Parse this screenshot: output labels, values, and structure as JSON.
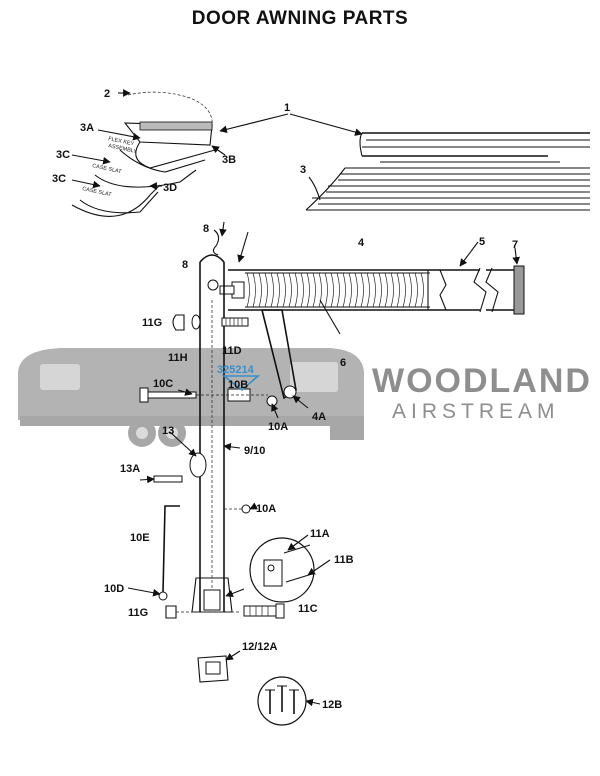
{
  "title": "DOOR AWNING PARTS",
  "callouts": {
    "c1": "1",
    "c2": "2",
    "c3": "3",
    "c3a": "3A",
    "c3b": "3B",
    "c3c1": "3C",
    "c3c2": "3C",
    "c3d": "3D",
    "c4": "4",
    "c4a": "4A",
    "c5": "5",
    "c6": "6",
    "c7": "7",
    "c8a": "8",
    "c8b": "8",
    "c9_10": "9/10",
    "c10a1": "10A",
    "c10a2": "10A",
    "c10b": "10B",
    "c10c": "10C",
    "c10d": "10D",
    "c10e": "10E",
    "c11a": "11A",
    "c11b": "11B",
    "c11c": "11C",
    "c11d": "11D",
    "c11g1": "11G",
    "c11g2": "11G",
    "c11h": "11H",
    "c12": "12/12A",
    "c12b": "12B",
    "c13": "13",
    "c13a": "13A"
  },
  "small_labels": {
    "flex_key_1": "FLEX KEY",
    "flex_key_2": "ASSEMBLY",
    "case_slat_1": "CASE SLAT",
    "case_slat_2": "CASE SLAT"
  },
  "highlight_part_number": "325214",
  "watermark": {
    "line1": "WOODLAND",
    "line2": "AIRSTREAM",
    "color": "#8e8e8e"
  },
  "colors": {
    "line": "#111111",
    "highlight": "#3a8fc8",
    "watermark": "#8e8e8e"
  }
}
